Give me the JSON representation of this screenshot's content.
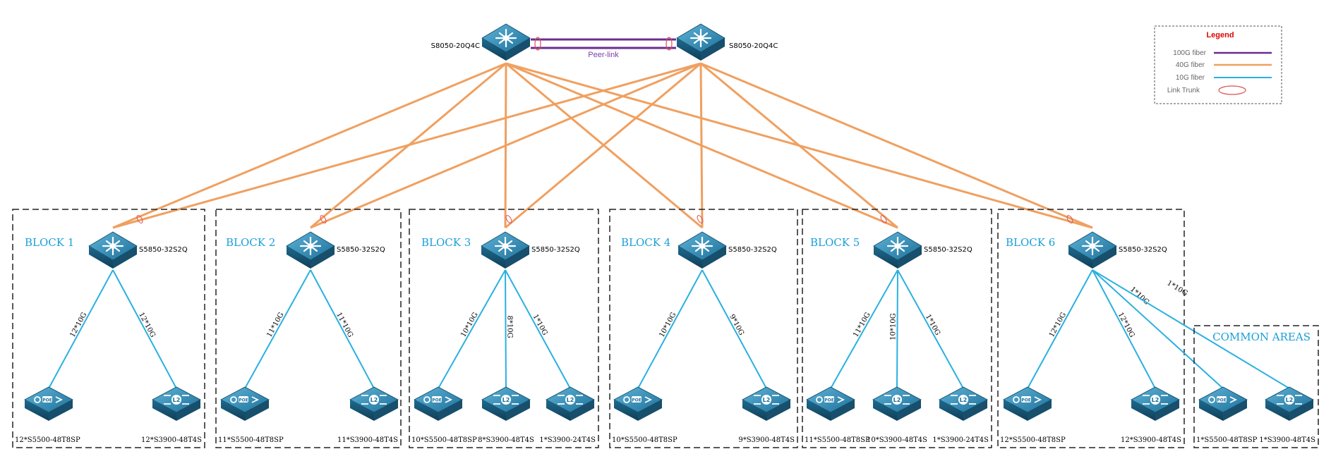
{
  "core": {
    "left_label": "S8050-20Q4C",
    "right_label": "S8050-20Q4C",
    "peer_link_label": "Peer-link"
  },
  "legend": {
    "title": "Legend",
    "items": [
      {
        "label": "100G fiber",
        "color": "#6a2c91"
      },
      {
        "label": "40G fiber",
        "color": "#f0a060"
      },
      {
        "label": "10G fiber",
        "color": "#2ab0e0"
      },
      {
        "label": "Link Trunk",
        "color": "#e05050"
      }
    ]
  },
  "colors": {
    "fiber_100g": "#6a2c91",
    "fiber_40g": "#f0a060",
    "fiber_10g": "#2ab0e0",
    "block_title": "#1a9fd8",
    "trunk": "#e05050"
  },
  "blocks": [
    {
      "title": "BLOCK 1",
      "agg_label": "S5850-32S2Q",
      "links": [
        "12*10G",
        "12*10G"
      ],
      "access": [
        "12*S5500-48T8SP",
        "12*S3900-48T4S"
      ]
    },
    {
      "title": "BLOCK 2",
      "agg_label": "S5850-32S2Q",
      "links": [
        "11*10G",
        "11*10G"
      ],
      "access": [
        "11*S5500-48T8SP",
        "11*S3900-48T4S"
      ]
    },
    {
      "title": "BLOCK 3",
      "agg_label": "S5850-32S2Q",
      "links": [
        "10*10G",
        "8*10G",
        "1*10G"
      ],
      "access": [
        "10*S5500-48T8SP",
        "8*S3900-48T4S",
        "1*S3900-24T4S"
      ]
    },
    {
      "title": "BLOCK 4",
      "agg_label": "S5850-32S2Q",
      "links": [
        "10*10G",
        "9*10G"
      ],
      "access": [
        "10*S5500-48T8SP",
        "9*S3900-48T4S"
      ]
    },
    {
      "title": "BLOCK 5",
      "agg_label": "S5850-32S2Q",
      "links": [
        "11*10G",
        "10*10G",
        "1*10G"
      ],
      "access": [
        "11*S5500-48T8SP",
        "10*S3900-48T4S",
        "1*S3900-24T4S"
      ]
    },
    {
      "title": "BLOCK 6",
      "agg_label": "S5850-32S2Q",
      "links": [
        "12*10G",
        "12*10G",
        "1*10G",
        "1*10G"
      ],
      "access": [
        "12*S5500-48T8SP",
        "12*S3900-48T4S"
      ]
    }
  ],
  "common_areas": {
    "title": "COMMON AREAS",
    "access": [
      "1*S5500-48T8SP",
      "1*S3900-48T4S"
    ]
  }
}
